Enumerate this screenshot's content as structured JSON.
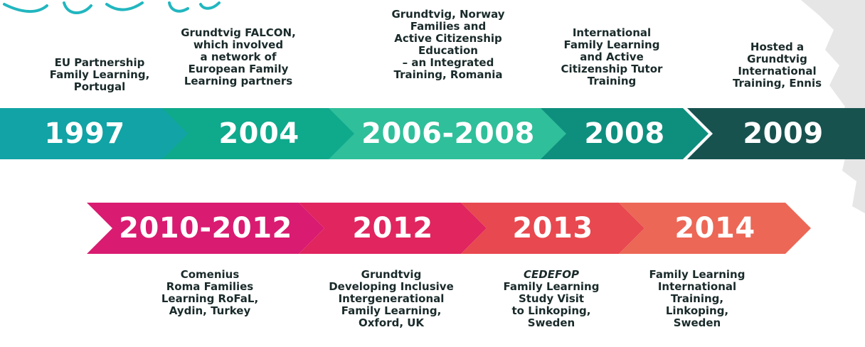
{
  "timeline": {
    "top_row": [
      {
        "year": "1997",
        "color": "#11a3a5",
        "lines": [
          "EU Partnership",
          "Family Learning,",
          "Portugal"
        ]
      },
      {
        "year": "2004",
        "color": "#0fa98c",
        "lines": [
          "Grundtvig FALCON,",
          "which involved",
          "a network of",
          "European Family",
          "Learning partners"
        ]
      },
      {
        "year": "2006-2008",
        "color": "#2fbf9a",
        "lines": [
          "Grundtvig, Norway",
          "Families and",
          "Active Citizenship",
          "Education",
          "– an Integrated",
          "Training, Romania"
        ]
      },
      {
        "year": "2008",
        "color": "#0e8f7e",
        "lines": [
          "International",
          "Family Learning",
          "and Active",
          "Citizenship Tutor",
          "Training"
        ]
      },
      {
        "year": "2009",
        "color": "#17524f",
        "lines": [
          "Hosted a",
          "Grundtvig",
          "International",
          "Training, Ennis"
        ]
      }
    ],
    "bottom_row": [
      {
        "year": "2010-2012",
        "color": "#d91b71",
        "lines": [
          "Comenius",
          "Roma Families",
          "Learning RoFaL,",
          "Aydin, Turkey"
        ]
      },
      {
        "year": "2012",
        "color": "#e0255f",
        "lines": [
          "Grundtvig",
          "Developing Inclusive",
          "Intergenerational",
          "Family Learning,",
          "Oxford, UK"
        ]
      },
      {
        "year": "2013",
        "color": "#e8484f",
        "lines": [
          "CEDEFOP",
          "Family Learning",
          "Study Visit",
          "to Linkoping,",
          "Sweden"
        ]
      },
      {
        "year": "2014",
        "color": "#ec6756",
        "lines": [
          "Family Learning",
          "International",
          "Training,",
          "Linkoping,",
          "Sweden"
        ]
      }
    ]
  }
}
